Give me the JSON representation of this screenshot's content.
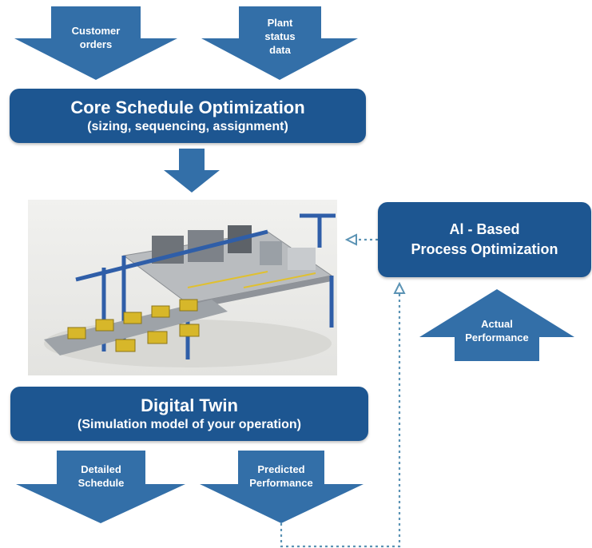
{
  "inputs": {
    "customer_orders": "Customer\norders",
    "plant_status": "Plant\nstatus\ndata"
  },
  "core": {
    "title": "Core Schedule Optimization",
    "subtitle": "(sizing, sequencing, assignment)"
  },
  "ai": {
    "line1": "Al - Based",
    "line2": "Process Optimization"
  },
  "actual": "Actual\nPerformance",
  "twin": {
    "title": "Digital Twin",
    "subtitle": "(Simulation model of your operation)"
  },
  "outputs": {
    "detailed": "Detailed\nSchedule",
    "predicted": "Predicted\nPerformance"
  },
  "image": {
    "icon": "factory-rendering"
  },
  "colors": {
    "navy": "#1d5691",
    "arrow": "#336fa8",
    "dotted": "#5b93b4"
  }
}
